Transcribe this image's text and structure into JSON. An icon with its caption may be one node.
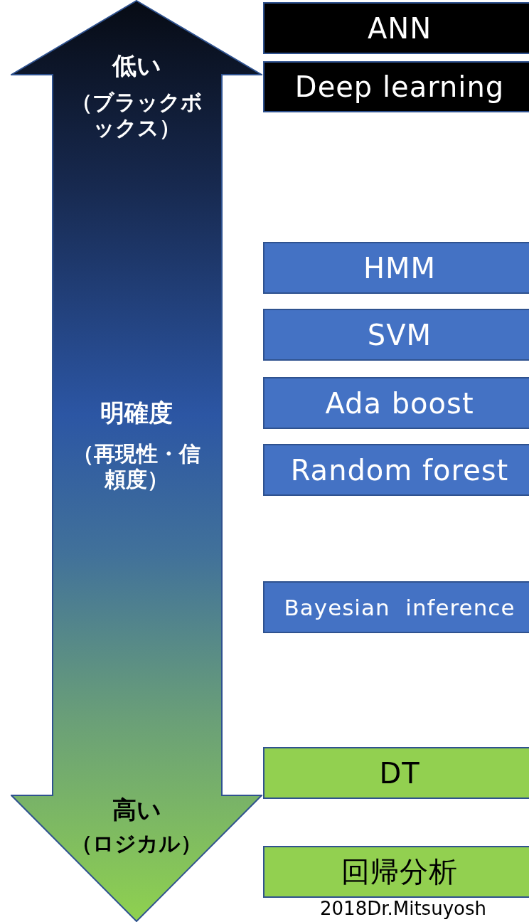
{
  "diagram": {
    "nodes": [
      {
        "text": [
          "低い",
          "（ブラックボックス）",
          "明確度",
          "（再現性・信頼度）",
          "高い",
          "（ロジカル）"
        ]
      },
      {
        "text": [
          "ANN"
        ]
      },
      {
        "text": [
          "Deep learning"
        ]
      },
      {
        "text": [
          "HMM"
        ]
      },
      {
        "text": [
          "SVM"
        ]
      },
      {
        "text": [
          "Ada boost"
        ]
      },
      {
        "text": [
          "Random forest"
        ]
      },
      {
        "text": [
          "Bayesian  inference"
        ]
      },
      {
        "text": [
          "DT"
        ]
      },
      {
        "text": [
          "回帰分析"
        ]
      }
    ],
    "edges": [],
    "labels": [
      "2018Dr.Mitsuyosh"
    ]
  }
}
